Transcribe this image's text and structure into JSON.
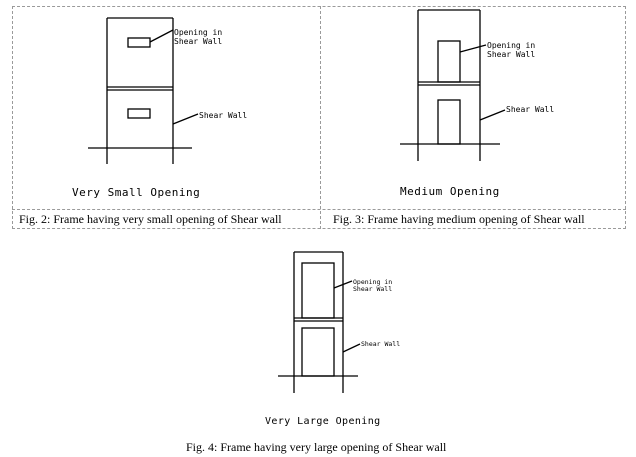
{
  "figures": [
    {
      "drawing_title": "Very Small Opening",
      "labels": {
        "opening": [
          "Opening in",
          "Shear Wall"
        ],
        "wall": "Shear Wall"
      },
      "caption": "Fig. 2: Frame having very small opening of Shear wall"
    },
    {
      "drawing_title": "Medium Opening",
      "labels": {
        "opening": [
          "Opening in",
          "Shear Wall"
        ],
        "wall": "Shear Wall"
      },
      "caption": "Fig. 3: Frame having medium opening of Shear wall"
    },
    {
      "drawing_title": "Very Large Opening",
      "labels": {
        "opening": [
          "Opening in",
          "Shear Wall"
        ],
        "wall": "Shear Wall"
      },
      "caption": "Fig. 4: Frame having very large opening of Shear wall"
    }
  ]
}
